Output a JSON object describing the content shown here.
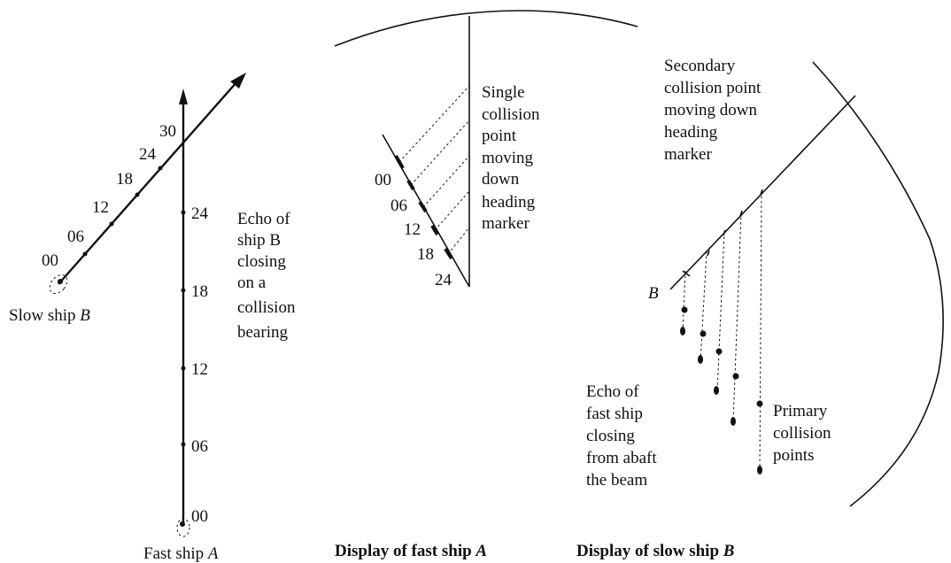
{
  "left_diagram": {
    "ship_b_label": "Slow ship ",
    "ship_b_letter": "B",
    "ship_a_label": "Fast ship ",
    "ship_a_letter": "A",
    "b_ticks": [
      "00",
      "06",
      "12",
      "18",
      "24",
      "30"
    ],
    "a_ticks": [
      "00",
      "06",
      "12",
      "18",
      "24"
    ],
    "echo_text": [
      "Echo of",
      "ship B",
      "closing",
      "on a",
      "collision",
      "bearing"
    ]
  },
  "middle_diagram": {
    "caption": "Display of fast ship ",
    "caption_letter": "A",
    "ticks": [
      "00",
      "06",
      "12",
      "18",
      "24"
    ],
    "note": [
      "Single",
      "collision",
      "point",
      "moving",
      "down",
      "heading",
      "marker"
    ]
  },
  "right_diagram": {
    "caption": "Display of slow ship ",
    "caption_letter": "B",
    "b_label": "B",
    "secondary_note": [
      "Secondary",
      "collision point",
      "moving down",
      "heading",
      "marker"
    ],
    "echo_note": [
      "Echo of",
      "fast ship",
      "closing",
      "from abaft",
      "the beam"
    ],
    "primary_note": [
      "Primary",
      "collision",
      "points"
    ]
  }
}
